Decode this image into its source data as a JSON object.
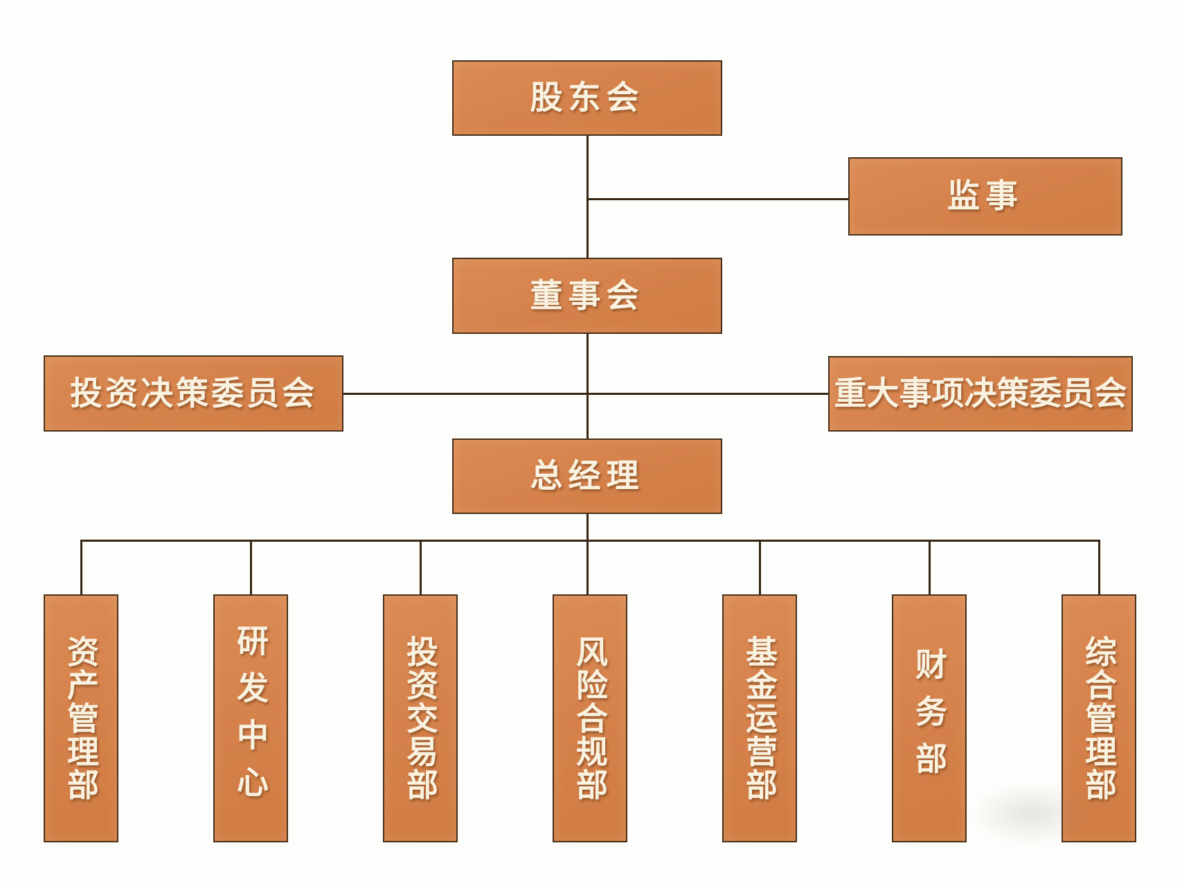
{
  "diagram": {
    "type": "org-chart",
    "language": "zh-CN",
    "nodes": {
      "shareholders": {
        "label": "股东会"
      },
      "supervisor": {
        "label": "监事"
      },
      "board": {
        "label": "董事会"
      },
      "investment_committee": {
        "label": "投资决策委员会"
      },
      "major_matters_committee": {
        "label": "重大事项决策委员会"
      },
      "general_manager": {
        "label": "总经理"
      },
      "departments": [
        {
          "label": "资产管理部"
        },
        {
          "label": "研发中心"
        },
        {
          "label": "投资交易部"
        },
        {
          "label": "风险合规部"
        },
        {
          "label": "基金运营部"
        },
        {
          "label": "财务部"
        },
        {
          "label": "综合管理部"
        }
      ]
    },
    "edges": [
      "shareholders-board",
      "board-supervisor-branch",
      "board-general_manager",
      "investment_committee-major_matters_committee-cross",
      "general_manager-departments"
    ],
    "colors": {
      "box_fill": "#d6824c",
      "box_fill_light": "#db8b55",
      "box_fill_dark": "#d07b43",
      "box_border": "#473019",
      "connector_line": "#342613",
      "label_text": "#f9f2e0",
      "background": "#fdfdfb"
    }
  }
}
